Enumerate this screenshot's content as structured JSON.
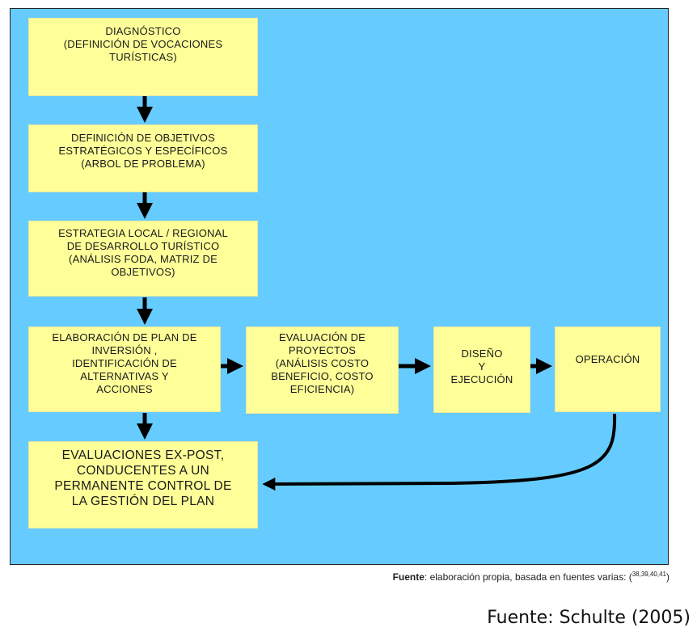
{
  "boxes": {
    "diagnostico": "DIAGNÓSTICO\n(DEFINICIÓN DE VOCACIONES\nTURÍSTICAS)",
    "objetivos": "DEFINICIÓN DE OBJETIVOS\nESTRATÉGICOS Y ESPECÍFICOS\n(ARBOL DE PROBLEMA)",
    "estrategia": "ESTRATEGIA LOCAL / REGIONAL\nDE DESARROLLO TURÍSTICO\n(ANÁLISIS FODA, MATRIZ DE\nOBJETIVOS)",
    "plan_inversion": "ELABORACIÓN DE PLAN DE\nINVERSIÓN ,\nIDENTIFICACIÓN DE\nALTERNATIVAS Y\nACCIONES",
    "evaluacion_proyectos": "EVALUACIÓN DE\nPROYECTOS\n(ANÁLISIS COSTO\nBENEFICIO, COSTO\nEFICIENCIA)",
    "diseno": "DISEÑO\nY\nEJECUCIÓN",
    "operacion": "OPERACIÓN",
    "evaluaciones_ex_post": "EVALUACIONES EX-POST,\nCONDUCENTES A UN\nPERMANENTE CONTROL DE\nLA GESTIÓN DEL PLAN"
  },
  "note": {
    "label": "Fuente",
    "text": ": elaboración propia, basada en fuentes varias: (",
    "refs": "38,39,40,41",
    "close": ")"
  },
  "credit": "Fuente: Schulte (2005)",
  "colors": {
    "background": "#66ccff",
    "box": "#ffff99",
    "arrow": "#000000"
  }
}
